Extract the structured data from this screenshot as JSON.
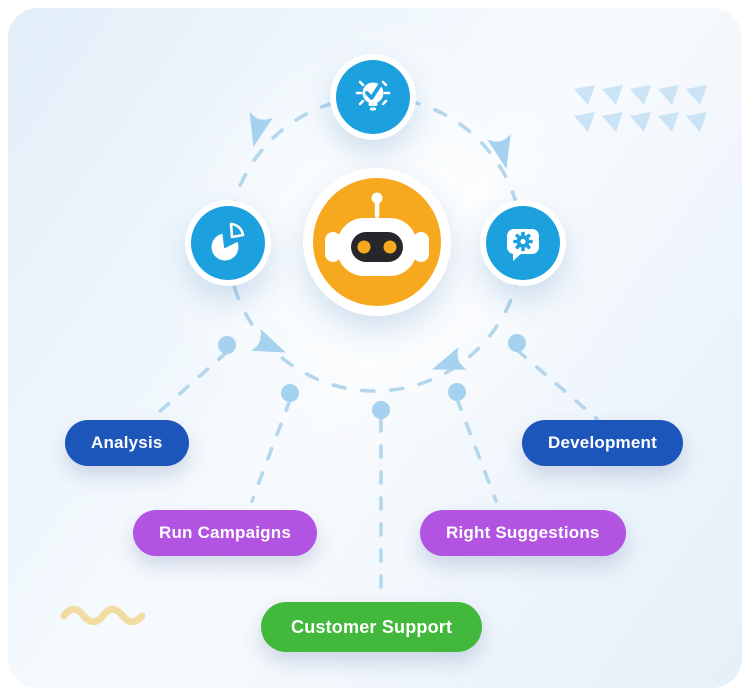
{
  "labels": [
    {
      "text": "Analysis",
      "color": "#1d56bb"
    },
    {
      "text": "Run Campaigns",
      "color": "#b253e2"
    },
    {
      "text": "Customer Support",
      "color": "#42b83c"
    },
    {
      "text": "Right Suggestions",
      "color": "#b253e2"
    },
    {
      "text": "Development",
      "color": "#1d56bb"
    }
  ],
  "icons": {
    "center": "robot-icon",
    "top": "lightbulb-check-icon",
    "left": "pie-chart-icon",
    "right": "chat-gear-icon"
  },
  "colors": {
    "icon_circle_blue": "#1ca0de",
    "robot_yellow": "#f6a81e",
    "robot_face_black": "#26262b",
    "pill_blue": "#1d56bb",
    "pill_purple": "#b253e2",
    "pill_green": "#42b83c",
    "connector_blue": "#b4d7ee",
    "dot_blue": "#a5d2ef",
    "triangle_blue": "#cbe4f5",
    "squiggle_yellow": "#f1dda2"
  }
}
